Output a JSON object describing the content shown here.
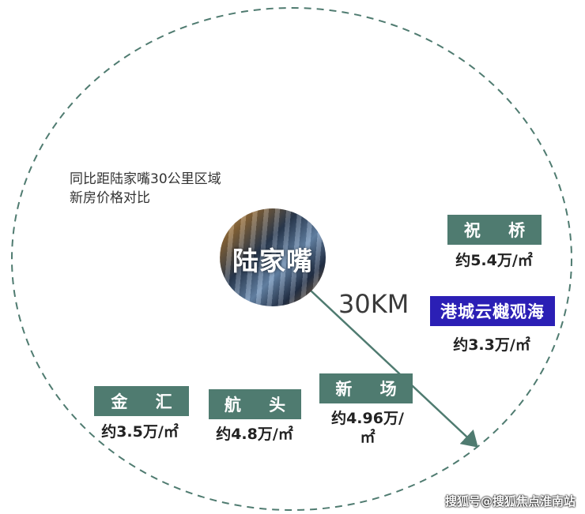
{
  "caption": [
    "同比距陆家嘴30公里区域",
    "新房价格对比"
  ],
  "center_label": "陆家嘴",
  "radius_label": "30KM",
  "areas": {
    "zhuqiao": {
      "name": "祝 桥",
      "price": "约5.4万/㎡"
    },
    "gangcheng": {
      "name": "港城云樾观海",
      "price": "约3.3万/㎡"
    },
    "xinchang": {
      "name": "新 场",
      "price_line1": "约4.96万/",
      "price_line2": "㎡"
    },
    "hangtou": {
      "name": "航 头",
      "price": "约4.8万/㎡"
    },
    "jinhui": {
      "name": "金 汇",
      "price": "约3.5万/㎡"
    }
  },
  "watermark": "搜狐号@搜狐焦点淮南站",
  "colors": {
    "circle": "#4f7b70",
    "box_teal": "#4f7b70",
    "box_highlight": "#2b1fb5"
  }
}
